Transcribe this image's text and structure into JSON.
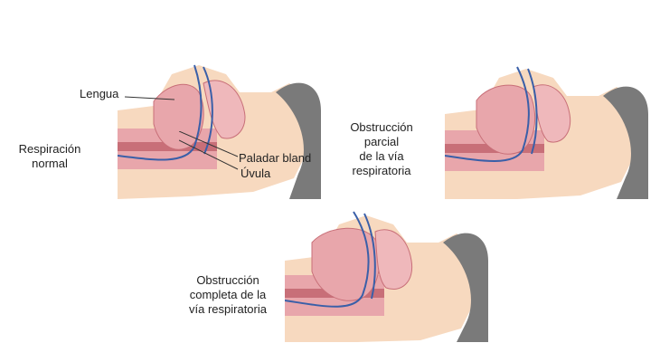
{
  "panels": {
    "normal": {
      "caption_line1": "Respiración",
      "caption_line2": "normal",
      "labels": {
        "tongue": "Lengua",
        "soft_palate": "Paladar bland",
        "uvula": "Úvula"
      }
    },
    "partial": {
      "caption_line1": "Obstrucción",
      "caption_line2": "parcial",
      "caption_line3": "de la vía",
      "caption_line4": "respiratoria"
    },
    "complete": {
      "caption_line1": "Obstrucción",
      "caption_line2": "completa de la",
      "caption_line3": "vía respiratoria"
    }
  },
  "colors": {
    "skin": "#f7d9bf",
    "tissue": "#e8a6ab",
    "tissue_dark": "#c86f78",
    "airway_line": "#3a5fa8",
    "hair": "#7a7a7a",
    "background": "#ffffff"
  }
}
